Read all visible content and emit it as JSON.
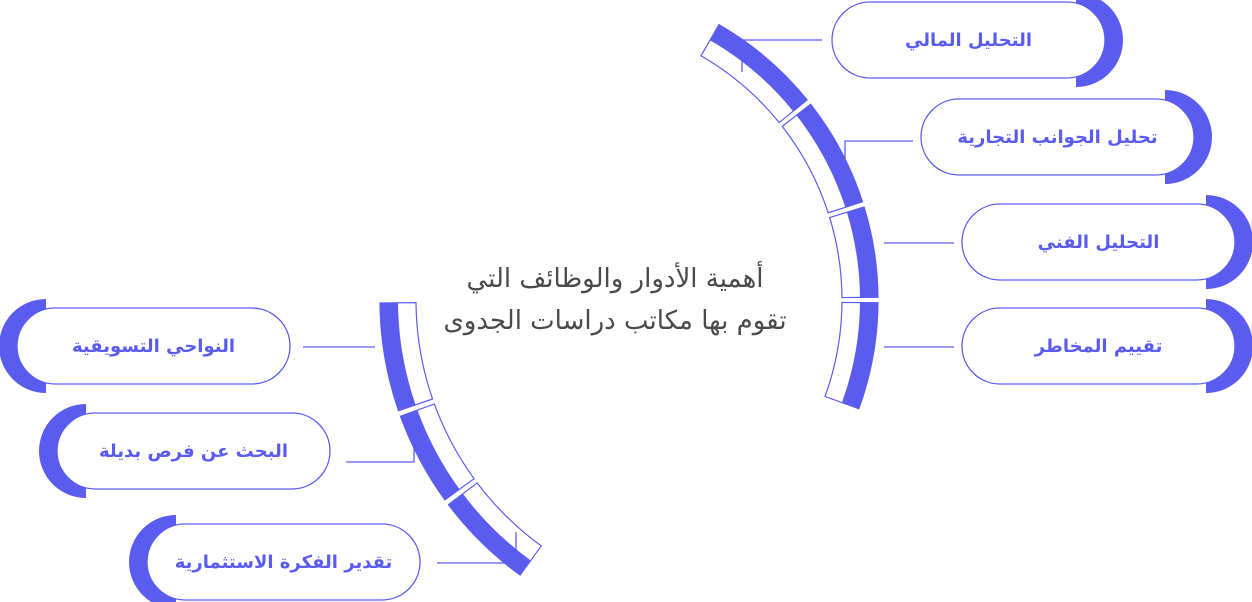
{
  "colors": {
    "accent": "#5A5CF0",
    "text": "#4A4A4A",
    "background": "#FFFFFF"
  },
  "diagram": {
    "title_lines": [
      "أهمية الأدوار والوظائف التي",
      "تقوم بها مكاتب دراسات الجدوى"
    ],
    "right_items": [
      {
        "label": "التحليل المالي"
      },
      {
        "label": "تحليل الجوانب التجارية"
      },
      {
        "label": "التحليل الفني"
      },
      {
        "label": "تقييم المخاطر"
      }
    ],
    "left_items": [
      {
        "label": "النواحي التسويقية"
      },
      {
        "label": "البحث عن فرص بديلة"
      },
      {
        "label": "تقدير الفكرة الاستثمارية"
      }
    ]
  }
}
